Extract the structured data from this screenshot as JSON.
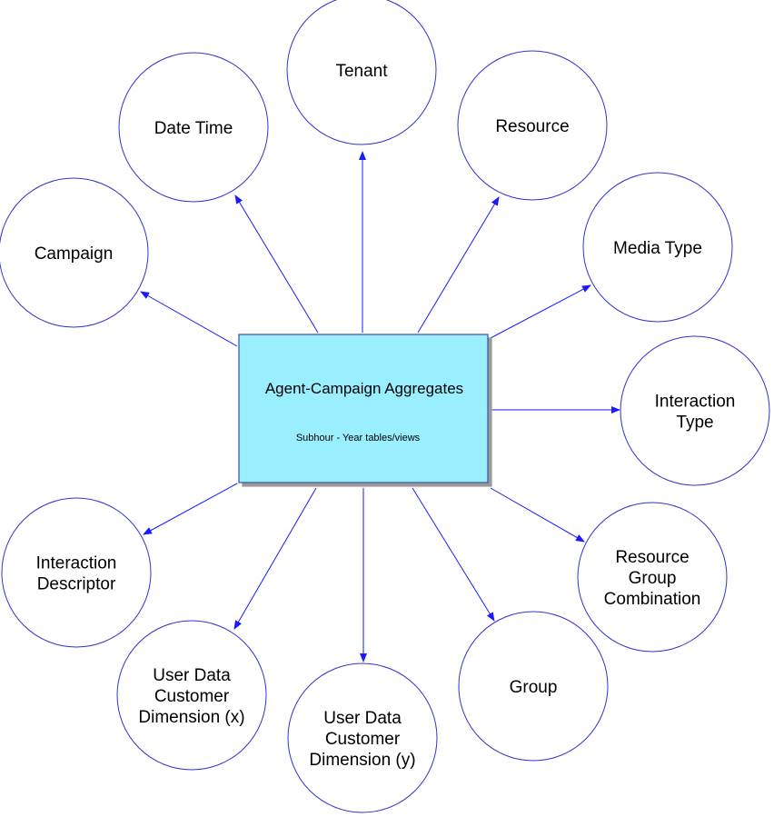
{
  "center": {
    "title": "Agent-Campaign Aggregates",
    "subtitle": "Subhour - Year tables/views"
  },
  "colors": {
    "box_fill": "#99eeff",
    "box_stroke": "#3a4fa8",
    "circle_stroke": "#3333cc",
    "arrow": "#1a1aff"
  },
  "nodes": [
    {
      "id": "tenant",
      "lines": [
        "Tenant"
      ]
    },
    {
      "id": "resource",
      "lines": [
        "Resource"
      ]
    },
    {
      "id": "media-type",
      "lines": [
        "Media Type"
      ]
    },
    {
      "id": "interaction-type",
      "lines": [
        "Interaction",
        "Type"
      ]
    },
    {
      "id": "resource-group-combination",
      "lines": [
        "Resource",
        "Group",
        "Combination"
      ]
    },
    {
      "id": "group",
      "lines": [
        "Group"
      ]
    },
    {
      "id": "user-data-customer-dimension-y",
      "lines": [
        "User Data",
        "Customer",
        "Dimension (y)"
      ]
    },
    {
      "id": "user-data-customer-dimension-x",
      "lines": [
        "User Data",
        "Customer",
        "Dimension (x)"
      ]
    },
    {
      "id": "interaction-descriptor",
      "lines": [
        "Interaction",
        "Descriptor"
      ]
    },
    {
      "id": "campaign",
      "lines": [
        "Campaign"
      ]
    },
    {
      "id": "date-time",
      "lines": [
        "Date Time"
      ]
    }
  ]
}
